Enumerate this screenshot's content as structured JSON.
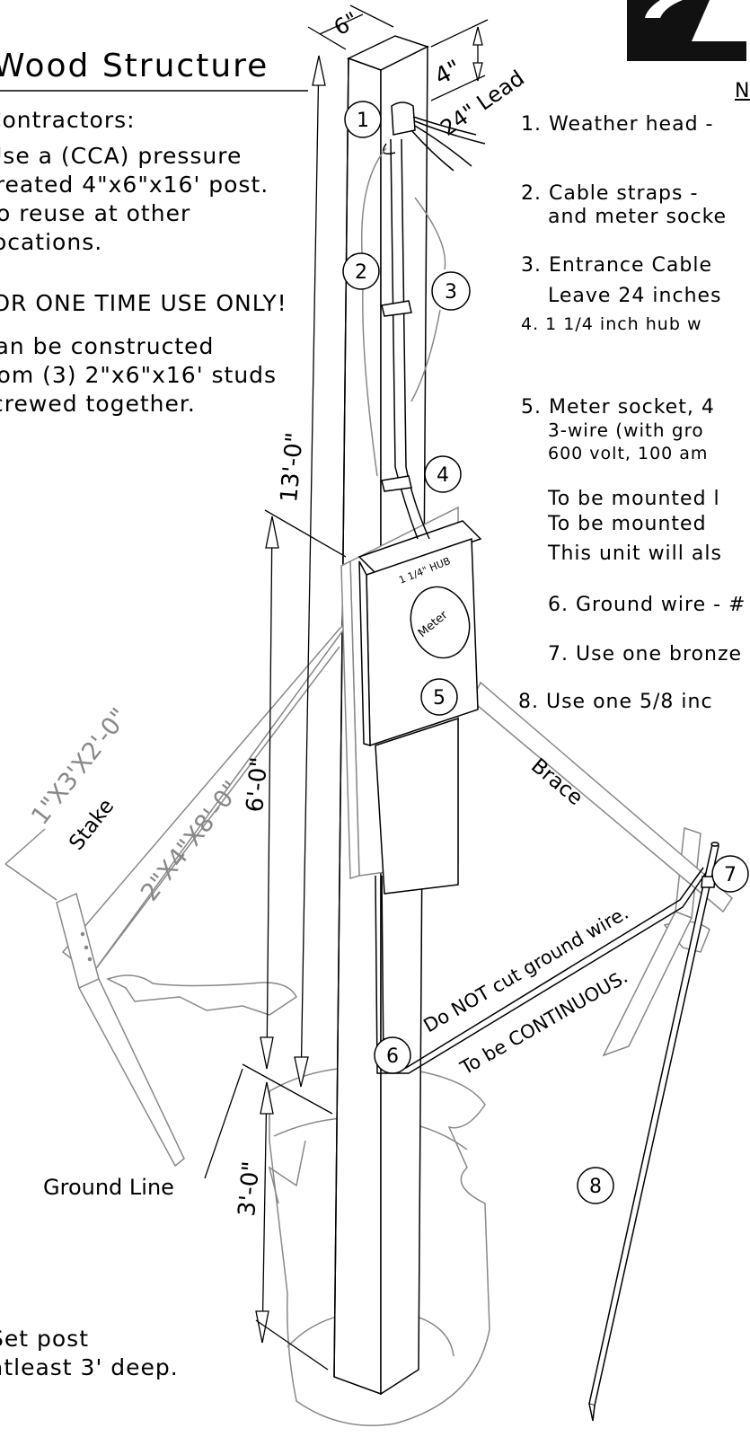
{
  "title": "Wood Structure",
  "left_notes": {
    "contractors_heading": "Contractors:",
    "line1": "Use a (CCA) pressure",
    "line2": "treated 4\"x6\"x16' post.",
    "line3": "To reuse at other",
    "line4": "locations.",
    "one_time": "FOR ONE TIME USE ONLY!",
    "line5": "Can be constructed",
    "line6": "from (3) 2\"x6\"x16' studs",
    "line7": "screwed together."
  },
  "set_post": {
    "line1": "Set post",
    "line2": "atleast 3' deep."
  },
  "right_notes": {
    "heading": "N",
    "n1": "1. Weather head -",
    "n2a": "2. Cable straps -",
    "n2b": "and meter socke",
    "n3a": "3. Entrance Cable",
    "n3b": "Leave 24 inches",
    "n4": "4. 1 1/4 inch hub w",
    "n5a": "5. Meter socket, 4",
    "n5b": "3-wire (with gro",
    "n5c": "600 volt, 100 am",
    "n5d": "To be mounted l",
    "n5e": "To be mounted",
    "n5f": "This unit will als",
    "n6": "6. Ground wire - #",
    "n7": "7. Use one bronze",
    "n8": "8. Use one 5/8 inc"
  },
  "dimensions": {
    "width": "6\"",
    "depth": "4\"",
    "lead": "24\" Lead",
    "height_above": "13'-0\"",
    "meter_height": "6'-0\"",
    "below": "3'-0\""
  },
  "labels": {
    "hub": "1 1/4\" HUB",
    "meter": "Meter",
    "brace": "Brace",
    "stake": "Stake",
    "stake_size": "1\"X3'X2'-0\"",
    "brace_size": "2\"X4\"X8'-0\"",
    "ground_line": "Ground Line",
    "do_not_cut": "Do NOT cut ground wire.",
    "continuous": "To be CONTINUOUS."
  },
  "callouts": [
    "1",
    "2",
    "3",
    "4",
    "5",
    "6",
    "7",
    "8"
  ]
}
